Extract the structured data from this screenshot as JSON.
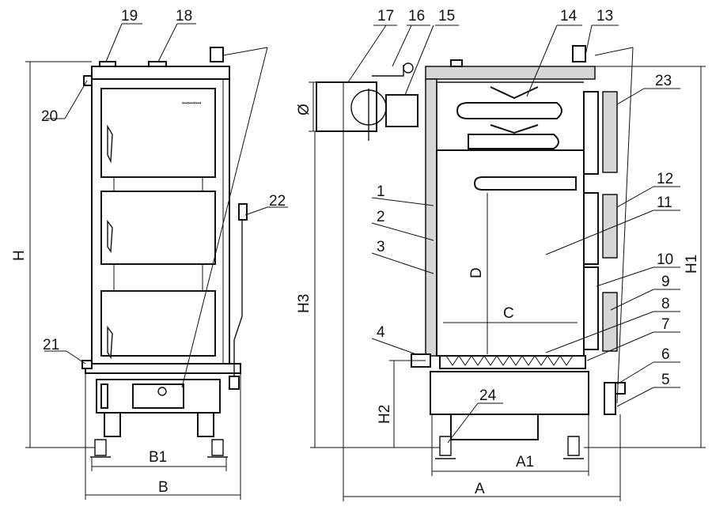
{
  "callouts": {
    "front": [
      "19",
      "18",
      "20",
      "21",
      "22"
    ],
    "side": [
      "17",
      "16",
      "15",
      "14",
      "13",
      "23",
      "1",
      "2",
      "3",
      "12",
      "11",
      "10",
      "9",
      "8",
      "7",
      "4",
      "6",
      "5",
      "24"
    ]
  },
  "dimensions": {
    "H": "H",
    "B": "B",
    "B1": "B1",
    "A": "A",
    "A1": "A1",
    "H1": "H1",
    "H2": "H2",
    "H3": "H3",
    "C": "C",
    "D": "D",
    "diameter": "Ø"
  },
  "door_badge": "ꟷꟷꟷ"
}
